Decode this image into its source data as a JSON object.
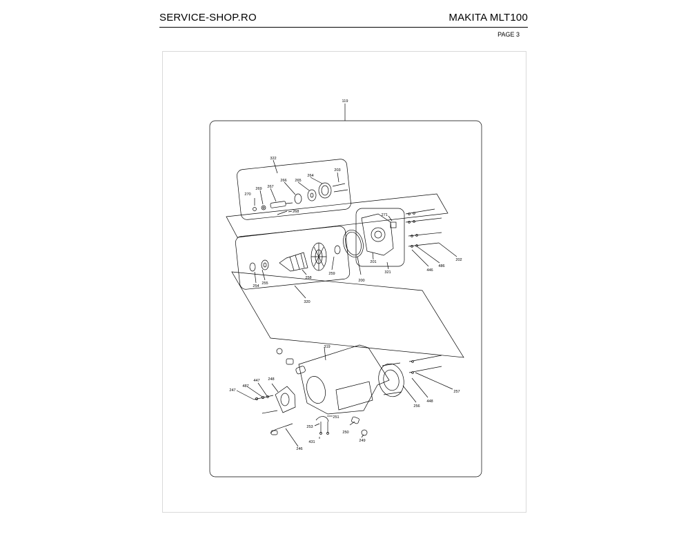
{
  "header": {
    "site": "SERVICE-SHOP.RO",
    "model": "MAKITA MLT100",
    "page": "PAGE 3"
  },
  "diagram": {
    "parts": {
      "p119": "119",
      "p322": "322",
      "p203": "203",
      "p264": "264",
      "p265": "265",
      "p266": "266",
      "p267": "267",
      "p269": "269",
      "p270": "270",
      "p268": "268",
      "p271": "271",
      "p201": "201",
      "p321": "321",
      "p200": "200",
      "p202": "202",
      "p486": "486",
      "p446": "446",
      "p258": "258",
      "p259": "259",
      "p255": "255",
      "p254": "254",
      "p320": "320",
      "p319": "319",
      "p487": "487",
      "p447": "447",
      "p248": "248",
      "p247": "247",
      "p251": "251",
      "p253": "253",
      "p431": "431",
      "p250": "250",
      "p249": "249",
      "p246": "246",
      "p256": "256",
      "p448": "448",
      "p257": "257"
    }
  }
}
